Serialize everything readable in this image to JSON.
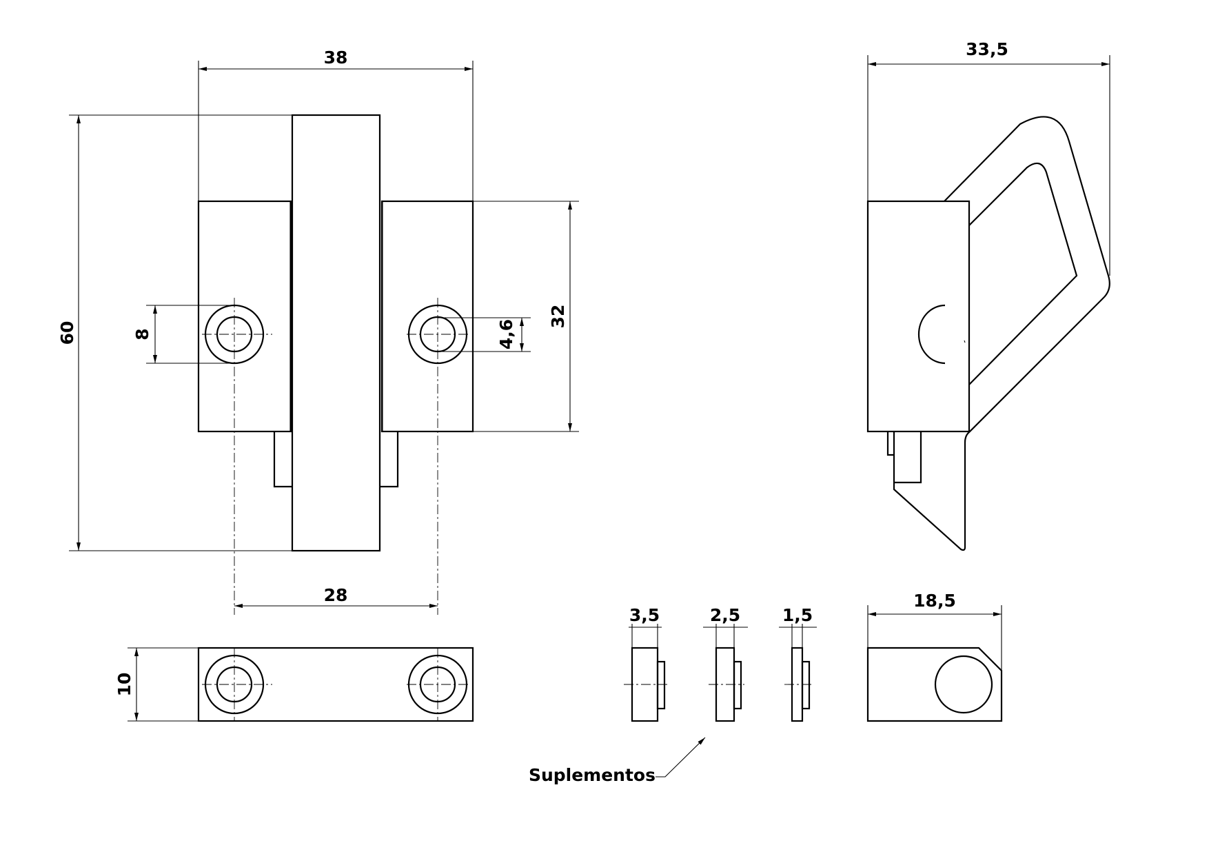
{
  "dimensions": {
    "front_width": "38",
    "front_height": "60",
    "outer_ring": "8",
    "inner_hole": "4,6",
    "plate_height": "32",
    "hole_spacing": "28",
    "side_width": "33,5",
    "bottom_thickness": "10",
    "shim_1": "3,5",
    "shim_2": "2,5",
    "shim_3": "1,5",
    "bottom_side_width": "18,5"
  },
  "labels": {
    "shims": "Suplementos"
  }
}
